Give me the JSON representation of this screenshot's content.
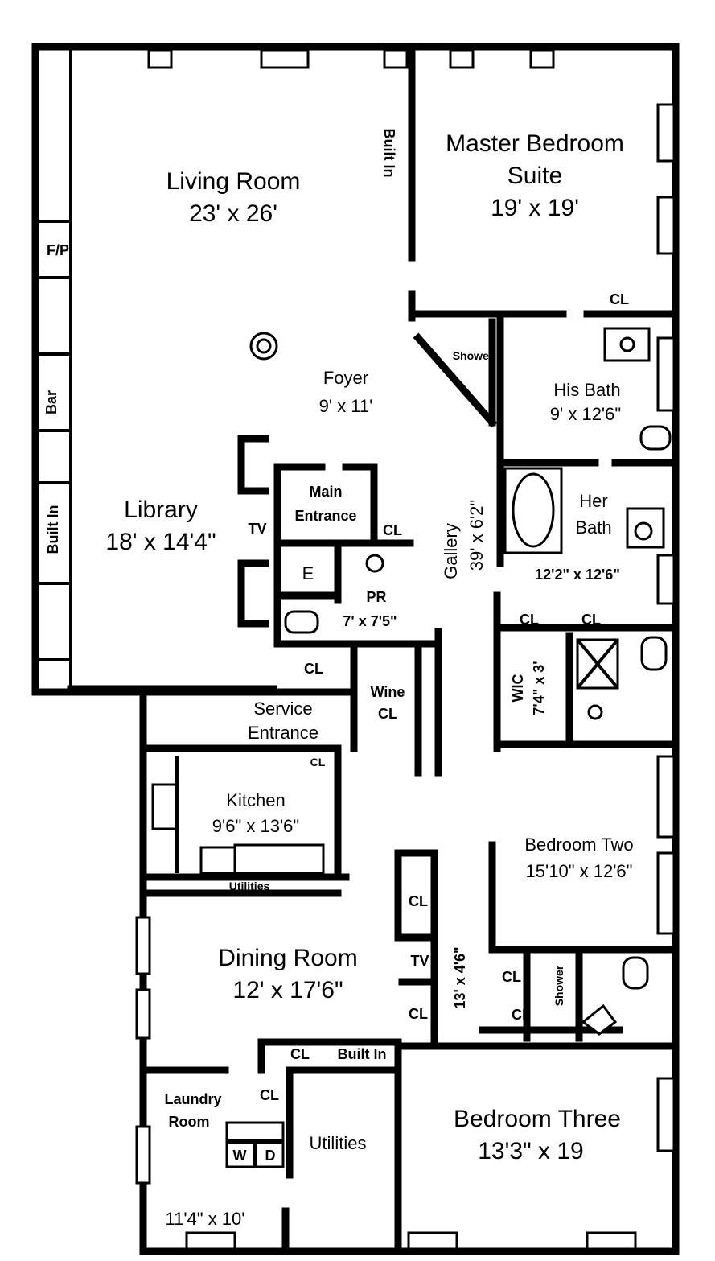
{
  "rooms": {
    "living_room": {
      "name": "Living Room",
      "size": "23' x 26'"
    },
    "master": {
      "name_line1": "Master Bedroom",
      "name_line2": "Suite",
      "size": "19' x 19'"
    },
    "foyer": {
      "name": "Foyer",
      "size": "9' x 11'"
    },
    "library": {
      "name": "Library",
      "size": "18' x 14'4\""
    },
    "main_entrance": {
      "line1": "Main",
      "line2": "Entrance"
    },
    "his_bath": {
      "name": "His Bath",
      "size": "9' x 12'6\""
    },
    "her_bath": {
      "name_line1": "Her",
      "name_line2": "Bath",
      "size": "12'2\" x 12'6\""
    },
    "gallery": {
      "name": "Gallery",
      "size": "39' x 6'2\""
    },
    "powder_room": {
      "name": "PR",
      "size": "7' x 7'5\""
    },
    "wic": {
      "name": "WIC",
      "size": "7'4\" x 3'"
    },
    "wine": {
      "line1": "Wine",
      "line2": "CL"
    },
    "service_entrance": {
      "line1": "Service",
      "line2": "Entrance"
    },
    "kitchen": {
      "name": "Kitchen",
      "size": "9'6\" x 13'6\""
    },
    "bedroom_two": {
      "name": "Bedroom Two",
      "size": "15'10\" x 12'6\""
    },
    "dining_room": {
      "name": "Dining Room",
      "size": "12' x 17'6\""
    },
    "hall_size": "13' x 4'6\"",
    "laundry": {
      "line1": "Laundry",
      "line2": "Room",
      "size": "11'4\" x 10'"
    },
    "utilities": "Utilities",
    "bedroom_three": {
      "name": "Bedroom Three",
      "size": "13'3\" x 19"
    }
  },
  "labels": {
    "fireplace": "F/P",
    "bar": "Bar",
    "built_in": "Built In",
    "tv": "TV",
    "closet": "CL",
    "elevator": "E",
    "shower": "Shower",
    "utilities_shelf": "Utilities",
    "washer": "W",
    "dryer": "D"
  }
}
